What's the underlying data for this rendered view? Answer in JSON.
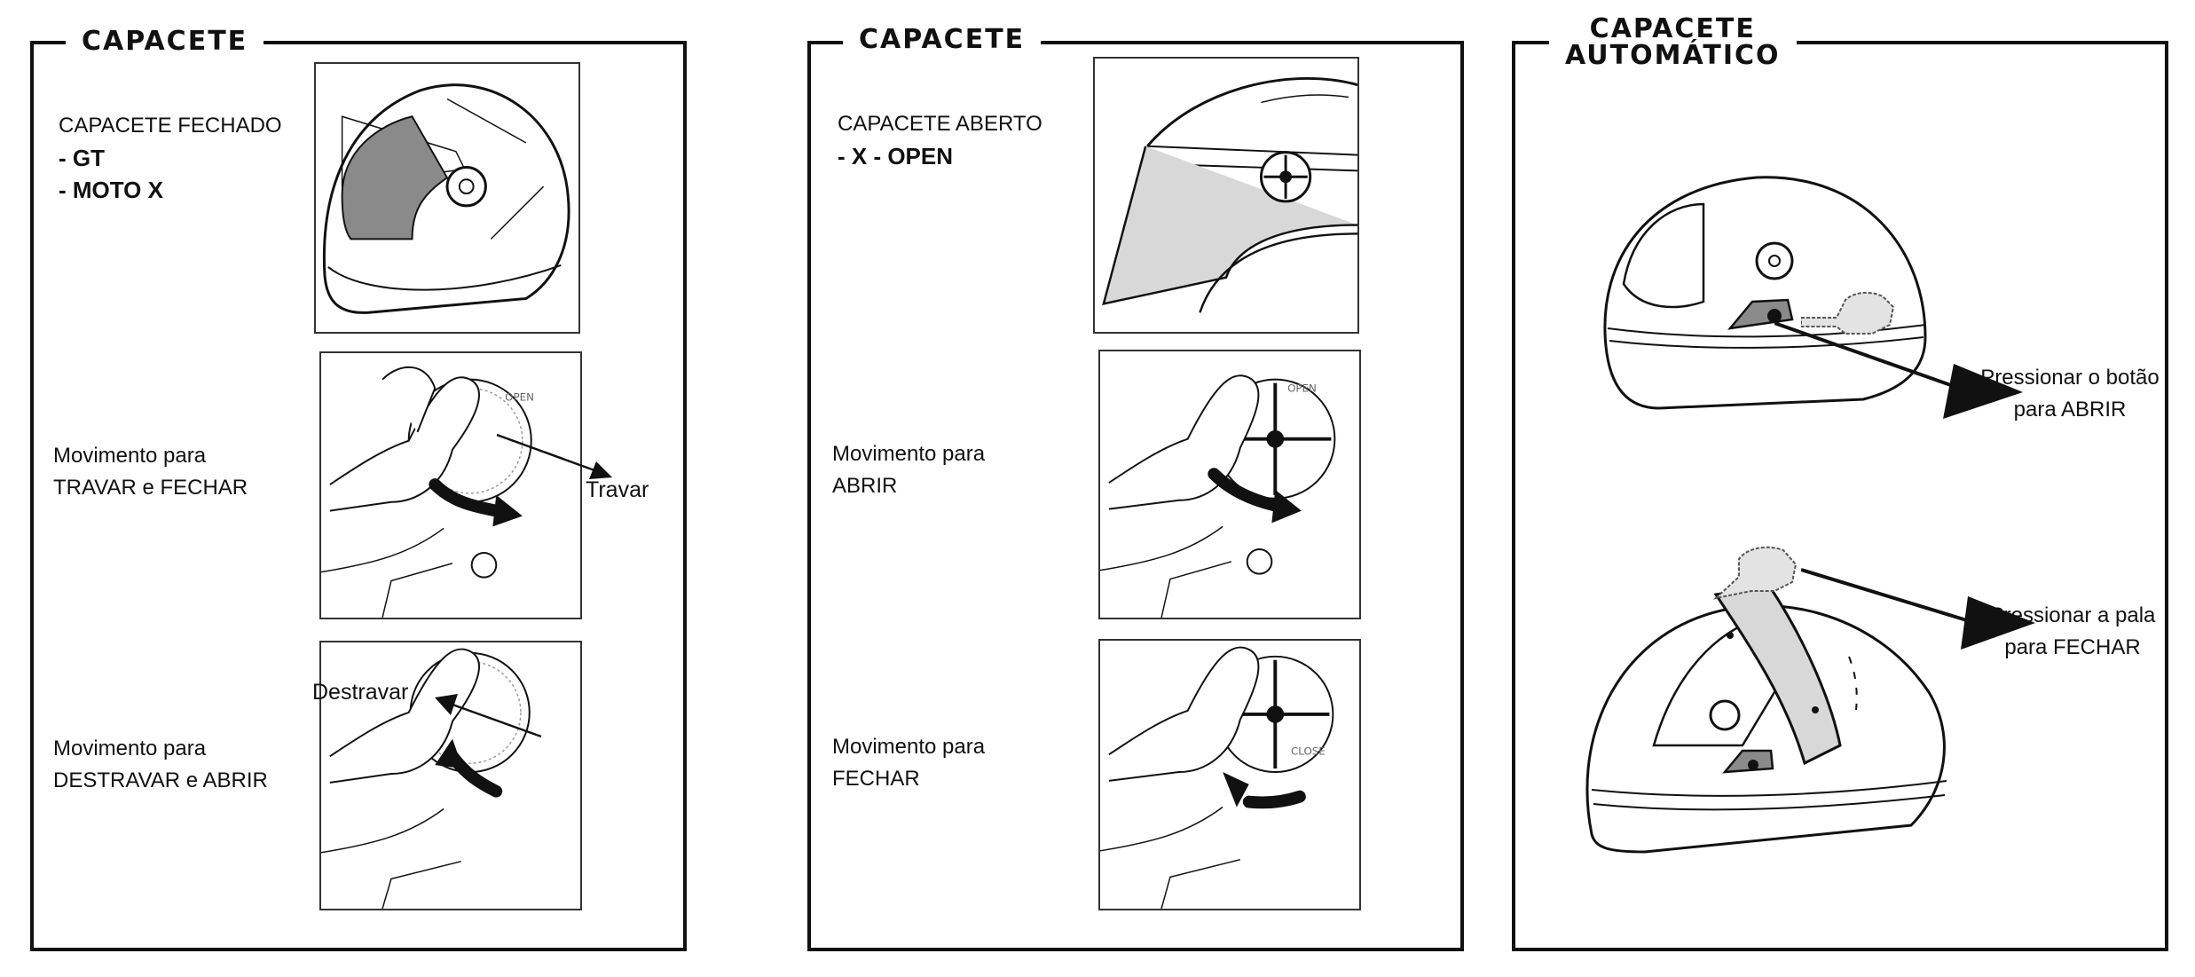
{
  "panels": [
    {
      "title": "CAPACETE",
      "header_lines": [
        "CAPACETE FECHADO"
      ],
      "header_bold": [
        "- GT",
        "- MOTO X"
      ],
      "step1_lines": [
        "Movimento para",
        "TRAVAR e FECHAR"
      ],
      "step1_callout": "Travar",
      "step2_lines": [
        "Movimento para",
        "DESTRAVAR e ABRIR"
      ],
      "step2_callout": "Destravar"
    },
    {
      "title": "CAPACETE",
      "header_lines": [
        "CAPACETE ABERTO"
      ],
      "header_bold": [
        "- X - OPEN"
      ],
      "step1_lines": [
        "Movimento para",
        "ABRIR"
      ],
      "step2_lines": [
        "Movimento para",
        "FECHAR"
      ]
    },
    {
      "title_lines": [
        "CAPACETE",
        "AUTOMÁTICO"
      ],
      "callout1_lines": [
        "Pressionar o botão",
        "para ABRIR"
      ],
      "callout2_lines": [
        "Pressionar a pala",
        "para FECHAR"
      ]
    }
  ],
  "knob_labels": [
    "OPEN",
    "CLOSE"
  ],
  "colors": {
    "ink": "#111111",
    "visor_fill": "#8a8a8a",
    "hatch": "#b5b5b5"
  }
}
